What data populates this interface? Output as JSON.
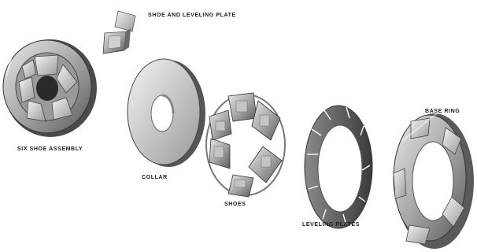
{
  "labels": {
    "shoe_and_leveling_plate": "SHOE AND LEVELING PLATE",
    "six_shoe_assembly": "SIX SHOE ASSEMBLY",
    "collar": "COLLAR",
    "shoes": "SHOES",
    "leveling_plates": "LEVELING PLATES",
    "base_ring": "BASE RING"
  }
}
